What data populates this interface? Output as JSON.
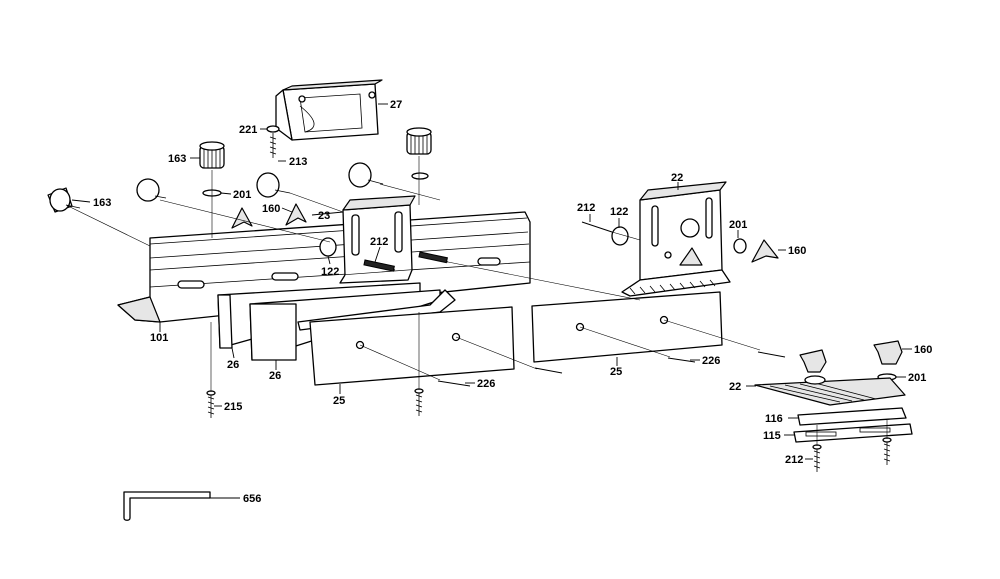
{
  "diagram": {
    "labels": {
      "p27": "27",
      "p221": "221",
      "p213": "213",
      "p163a": "163",
      "p163b": "163",
      "p201a": "201",
      "p160a": "160",
      "p23": "23",
      "p212a": "212",
      "p122a": "122",
      "p101": "101",
      "p26a": "26",
      "p26b": "26",
      "p25a": "25",
      "p25b": "25",
      "p215": "215",
      "p226a": "226",
      "p226b": "226",
      "p22a": "22",
      "p212b": "212",
      "p122b": "122",
      "p201b": "201",
      "p160b": "160",
      "p160c": "160",
      "p201c": "201",
      "p22b": "22",
      "p116": "116",
      "p115": "115",
      "p212c": "212",
      "p656": "656"
    }
  }
}
